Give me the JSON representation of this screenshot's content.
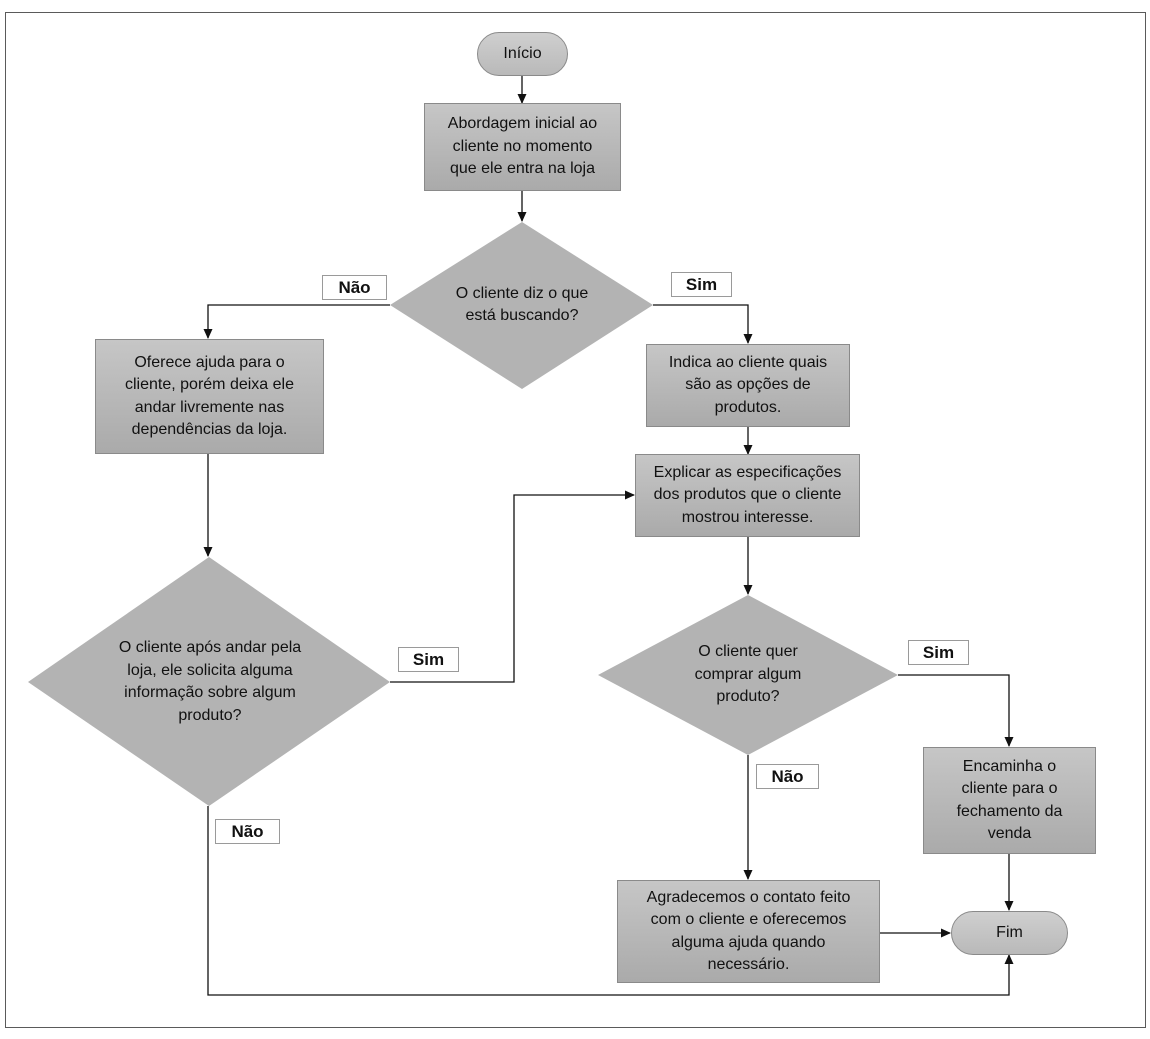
{
  "nodes": {
    "inicio": "Início",
    "abordagem": "Abordagem inicial ao cliente no momento que ele entra na loja",
    "decisao1": "O cliente diz o que está buscando?",
    "oferece": "Oferece ajuda para o cliente, porém deixa ele andar livremente nas dependências da loja.",
    "indica": "Indica ao cliente quais são as opções de produtos.",
    "explicar": "Explicar as especificações dos produtos que o cliente mostrou interesse.",
    "decisao2": "O cliente após andar pela loja, ele solicita alguma informação sobre algum produto?",
    "decisao3": "O cliente quer comprar algum produto?",
    "encaminha": "Encaminha o cliente para o fechamento da venda",
    "agradecemos": "Agradecemos o contato feito com o cliente e oferecemos alguma ajuda quando necessário.",
    "fim": "Fim"
  },
  "labels": {
    "d1_nao": "Não",
    "d1_sim": "Sim",
    "d2_sim": "Sim",
    "d2_nao": "Não",
    "d3_sim": "Sim",
    "d3_nao": "Não"
  }
}
